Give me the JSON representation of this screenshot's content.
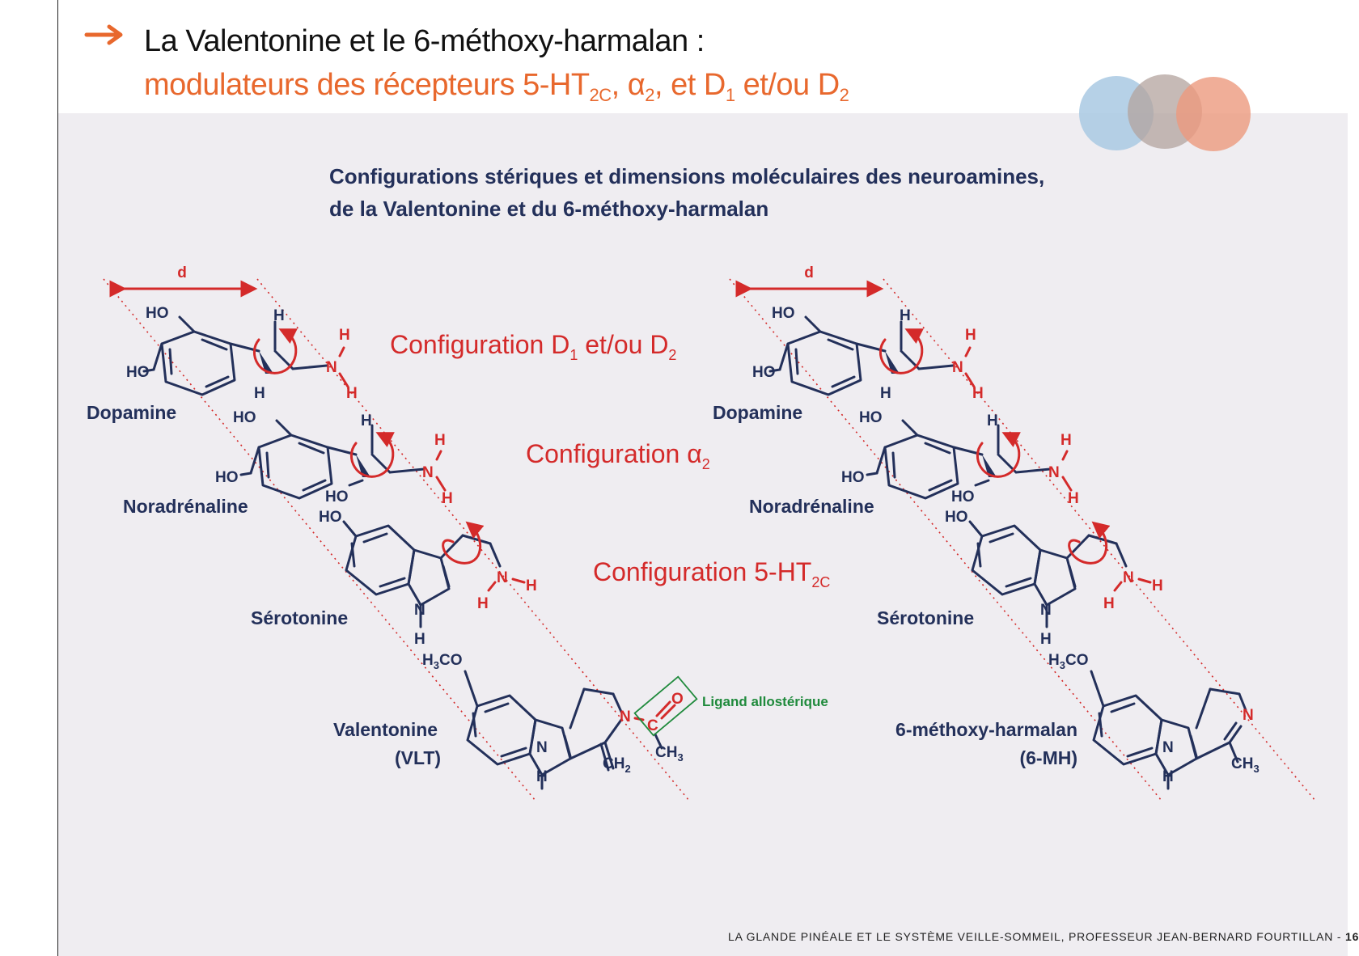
{
  "header": {
    "title_line1": "La Valentonine et le 6-méthoxy-harmalan :",
    "title_line2": {
      "part1": "modulateurs des récepteurs 5-HT",
      "sub1": "2C",
      "part2": ", α",
      "sub2": "2",
      "part3": ", et D",
      "sub3": "1",
      "part4": " et/ou D",
      "sub4": "2"
    },
    "accent_color": "#e8682d"
  },
  "figure": {
    "subtitle_line1": "Configurations stériques et dimensions moléculaires des neuroamines,",
    "subtitle_line2": "de la Valentonine et du 6-méthoxy-harmalan",
    "distance_label": "d",
    "configurations": {
      "d1d2": {
        "text": "Configuration D",
        "sub1": "1",
        "mid": " et/ou D",
        "sub2": "2"
      },
      "alpha2": {
        "text": "Configuration α",
        "sub": "2"
      },
      "ht2c": {
        "text": "Configuration 5-HT",
        "sub": "2C"
      }
    },
    "molecules": {
      "dopamine": "Dopamine",
      "noradrenaline": "Noradrénaline",
      "serotonine": "Sérotonine",
      "valentonine": "Valentonine",
      "valentonine_abbr": "(VLT)",
      "mh": "6-méthoxy-harmalan",
      "mh_abbr": "(6-MH)"
    },
    "ligand_label": "Ligand allostérique",
    "atoms": {
      "HO": "HO",
      "H": "H",
      "N": "N",
      "C": "C",
      "O": "O",
      "H3CO_H": "H",
      "H3CO_3": "3",
      "H3CO_CO": "CO",
      "CH": "CH",
      "sub2": "2",
      "sub3": "3"
    },
    "colors": {
      "navy": "#23305a",
      "red": "#d42a2a",
      "green": "#1f8a3c"
    }
  },
  "footer": {
    "text": "LA GLANDE PINÉALE ET LE SYSTÈME VEILLE-SOMMEIL, PROFESSEUR JEAN-BERNARD FOURTILLAN - ",
    "page": "16"
  }
}
